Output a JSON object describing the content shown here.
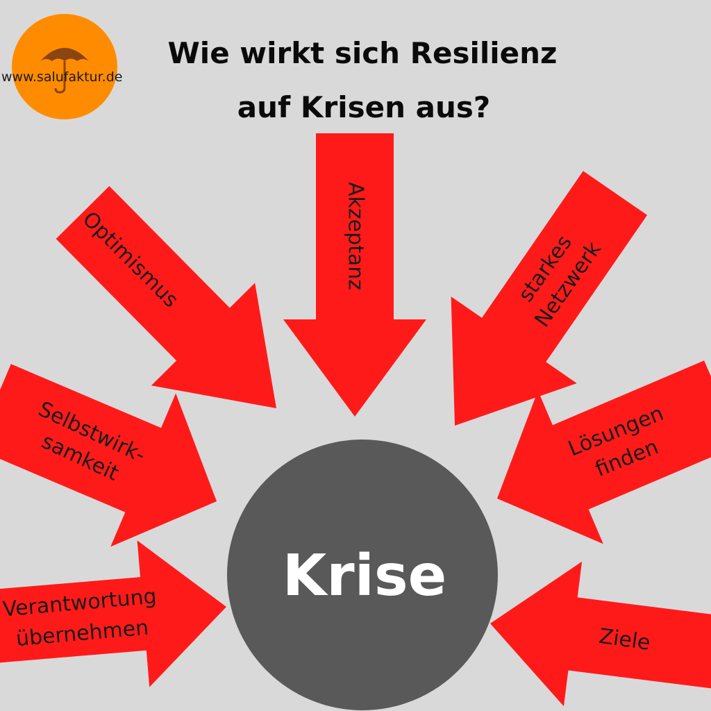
{
  "logo": {
    "text": "www.salufaktur.de",
    "icon": "umbrella-icon",
    "circle_color": "#ff8c00",
    "icon_color": "#8b4513"
  },
  "title": {
    "line1": "Wie wirkt sich Resilienz",
    "line2": "auf Krisen aus?"
  },
  "center": {
    "label": "Krise",
    "color": "#595959"
  },
  "arrow_color": "#ff1a1a",
  "arrows": [
    {
      "id": "optimismus",
      "lines": [
        "Optimismus"
      ]
    },
    {
      "id": "akzeptanz",
      "lines": [
        "Akzeptanz"
      ]
    },
    {
      "id": "netzwerk",
      "lines": [
        "starkes",
        "Netzwerk"
      ]
    },
    {
      "id": "selbstwirksamkeit",
      "lines": [
        "Selbstwirk-",
        "samkeit"
      ]
    },
    {
      "id": "loesungen",
      "lines": [
        "Lösungen",
        "finden"
      ]
    },
    {
      "id": "verantwortung",
      "lines": [
        "Verantwortung",
        "übernehmen"
      ]
    },
    {
      "id": "ziele",
      "lines": [
        "Ziele"
      ]
    }
  ]
}
